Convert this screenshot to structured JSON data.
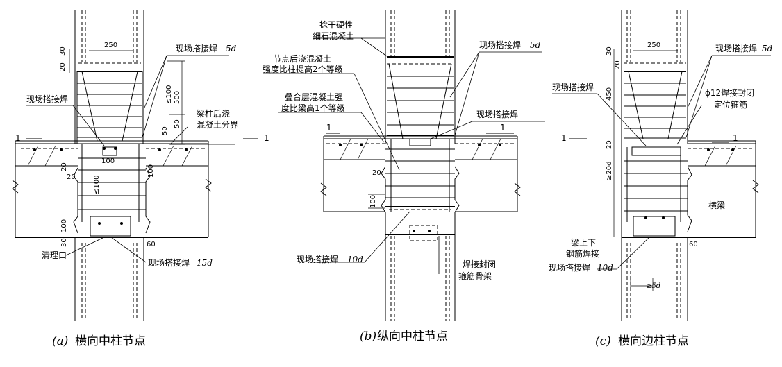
{
  "panel_a": {
    "caption_letter": "a",
    "caption": "横向中柱节点",
    "dim_250": "250",
    "dim_30": "30",
    "dim_20": "20",
    "dim_100_top": "≤100",
    "dim_500": "500",
    "dim_50a": "50",
    "dim_50b": "50",
    "dim_20_slab": "20",
    "dim_100_mid": "100",
    "dim_100_right": "100",
    "dim_20_left": "20",
    "dim_100_lower": "≤100",
    "dim_100_bottom": "100",
    "dim_30_bottom": "30",
    "dim_60": "60",
    "weld_5d": "现场搭接焊",
    "weld_5d_len": "5d",
    "weld_mid": "现场搭接焊",
    "boundary": "梁柱后浇\n混凝土分界",
    "boundary_l1": "梁柱后浇",
    "boundary_l2": "混凝土分界",
    "cleanout": "清理口",
    "weld_15d": "现场搭接焊",
    "weld_15d_len": "15d",
    "section_mark": "1"
  },
  "panel_b": {
    "caption_letter": "b",
    "caption": "纵向中柱节点",
    "dry_concrete_l1": "捻干硬性",
    "dry_concrete_l2": "细石混凝土",
    "node_concrete_l1": "节点后浇混凝土",
    "node_concrete_l2": "强度比柱提高2个等级",
    "composite_l1": "叠合层混凝土强",
    "composite_l2": "度比梁高1个等级",
    "weld_5d": "现场搭接焊",
    "weld_5d_len": "5d",
    "weld_mid": "现场搭接焊",
    "dim_20": "20",
    "dim_100": "100",
    "weld_10d": "现场搭接焊",
    "weld_10d_len": "10d",
    "closed_stirrup_l1": "焊接封闭",
    "closed_stirrup_l2": "箍筋骨架",
    "section_mark": "1"
  },
  "panel_c": {
    "caption_letter": "c",
    "caption": "横向边柱节点",
    "dim_250": "250",
    "dim_30": "30",
    "dim_20": "20",
    "dim_450": "450",
    "dim_20_mid": "20",
    "dim_20d": "≥20d",
    "dim_60": "60",
    "dim_5d": "≥5d",
    "weld_5d": "现场搭接焊",
    "weld_5d_len": "5d",
    "weld_left": "现场搭接焊",
    "stirrup_l1": "ɸ12焊接封闭",
    "stirrup_l2": "定位箍筋",
    "beam": "横梁",
    "bottom_l1": "梁上下",
    "bottom_l2": "钢筋焊接",
    "weld_10d": "现场搭接焊",
    "weld_10d_len": "10d",
    "section_mark": "1"
  }
}
